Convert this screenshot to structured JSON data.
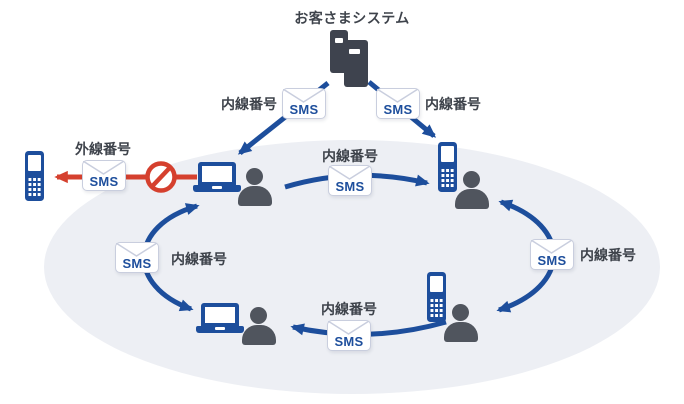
{
  "title": "お客さまシステム",
  "sms_badge": "SMS",
  "labels": {
    "internal_line": "内線番号",
    "external_line": "外線番号"
  },
  "colors": {
    "arrow_blue": "#1d4e9c",
    "blocked_red": "#d5402e",
    "person_gray": "#50555e",
    "server_dark": "#3e434e",
    "text": "#3e434b",
    "envelope_border": "#c9cede",
    "ellipse_background": "#edeff4"
  },
  "icons": {
    "server-icon": "two dark tower rectangles with white slots",
    "laptop-icon": "blue outlined screen with base bar",
    "mobile-phone-icon": "blue handset with white screen and keypad dots",
    "person-icon": "gray head and shoulders silhouette",
    "sms-envelope-icon": "white envelope badge with SMS text",
    "prohibition-icon": "red circle with diagonal slash"
  },
  "connections": [
    {
      "from": "customer-system",
      "to": "laptop-user-top",
      "via": "SMS",
      "label": "内線番号",
      "blocked": false
    },
    {
      "from": "customer-system",
      "to": "phone-user-right",
      "via": "SMS",
      "label": "内線番号",
      "blocked": false
    },
    {
      "from": "laptop-user-top",
      "to": "phone-user-right",
      "via": "SMS",
      "label": "内線番号",
      "blocked": false
    },
    {
      "from": "phone-user-right",
      "to": "phone-user-bottom",
      "via": "SMS",
      "label": "内線番号",
      "blocked": false,
      "bidirectional": true
    },
    {
      "from": "phone-user-bottom",
      "to": "laptop-user-bottom",
      "via": "SMS",
      "label": "内線番号",
      "blocked": false
    },
    {
      "from": "laptop-user-bottom",
      "to": "laptop-user-top",
      "via": "SMS",
      "label": "内線番号",
      "blocked": false,
      "bidirectional": true
    },
    {
      "from": "laptop-user-top",
      "to": "external-phone",
      "via": "SMS",
      "label": "外線番号",
      "blocked": true
    }
  ]
}
